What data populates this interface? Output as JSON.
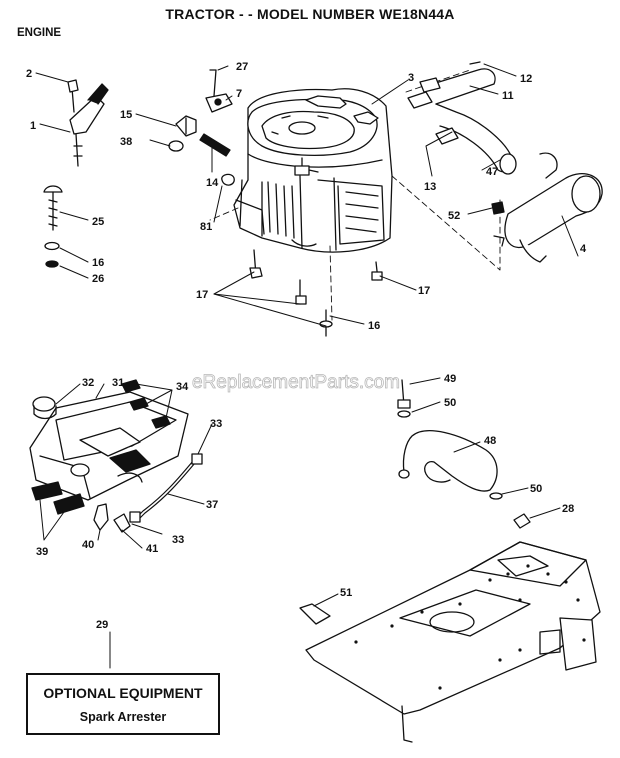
{
  "header": {
    "title": "TRACTOR - - MODEL NUMBER WE18N44A",
    "section": "ENGINE"
  },
  "watermark": "eReplacementParts.com",
  "optional_box": {
    "title": "OPTIONAL EQUIPMENT",
    "subtitle": "Spark Arrester"
  },
  "parts": {
    "p1": "1",
    "p2": "2",
    "p3": "3",
    "p4": "4",
    "p7": "7",
    "p11": "11",
    "p12": "12",
    "p13": "13",
    "p14": "14",
    "p15": "15",
    "p16a": "16",
    "p16b": "16",
    "p17a": "17",
    "p17b": "17",
    "p25": "25",
    "p26": "26",
    "p27": "27",
    "p28": "28",
    "p29": "29",
    "p31": "31",
    "p32": "32",
    "p33a": "33",
    "p33b": "33",
    "p34": "34",
    "p37": "37",
    "p38": "38",
    "p39": "39",
    "p40": "40",
    "p41": "41",
    "p47": "47",
    "p48": "48",
    "p49": "49",
    "p50a": "50",
    "p50b": "50",
    "p51": "51",
    "p52": "52",
    "p81": "81"
  }
}
